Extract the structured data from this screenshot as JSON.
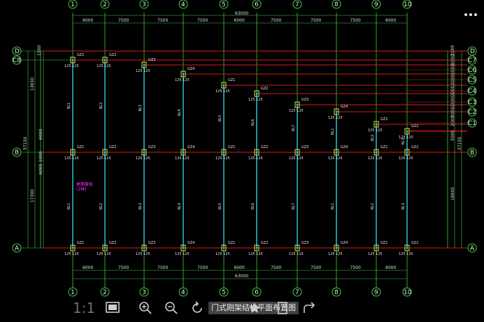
{
  "drawing_title": "门式刚架结构平面布置图",
  "zoom": "1:1",
  "axes_x": [
    "1",
    "2",
    "3",
    "4",
    "5",
    "6",
    "7",
    "8",
    "9",
    "10"
  ],
  "axes_y_left": [
    "D",
    "C8",
    "B",
    "A"
  ],
  "axes_y_right": [
    "D",
    "C7",
    "C6",
    "C5",
    "C4",
    "C3",
    "C2",
    "C1",
    "B",
    "A"
  ],
  "dims_top_total": "63000",
  "dims_top": [
    "6000",
    "7500",
    "7500",
    "7500",
    "6000",
    "7500",
    "7500",
    "7500",
    "6000"
  ],
  "dims_bottom": [
    "6000",
    "7500",
    "7500",
    "7500",
    "6000",
    "7500",
    "7500",
    "7500",
    "6000"
  ],
  "dims_bottom_total": "63000",
  "dims_left": [
    "1500",
    "13650",
    "6000",
    "1000",
    "6000",
    "17300",
    "37150"
  ],
  "dims_right": [
    "2000",
    "2000",
    "2000",
    "2000",
    "2000",
    "2000",
    "2000",
    "2000",
    "3500",
    "18000",
    "37150"
  ],
  "column_labels": [
    "GZ1",
    "GZ2",
    "GZ3",
    "GZ4"
  ],
  "beam_labels": [
    "BL1",
    "BL2",
    "BL3",
    "BL4",
    "BL5",
    "BL6",
    "BL7"
  ],
  "section_label": "125 125",
  "magenta_note": [
    "屋面檩条",
    "(1种)"
  ],
  "toolbar": {
    "fit_icon": "fit-screen-icon",
    "zoom_in_icon": "zoom-in-icon",
    "zoom_out_icon": "zoom-out-icon",
    "rotate_icon": "rotate-icon",
    "star_icon": "star-icon",
    "share_icon": "share-icon"
  },
  "colors": {
    "grid": "#3fcf3f",
    "beam_red": "#d41e1e",
    "column_cyan": "#27d3e6",
    "column_yellow": "#e8e83a",
    "dim_white": "#e0e0e0"
  }
}
